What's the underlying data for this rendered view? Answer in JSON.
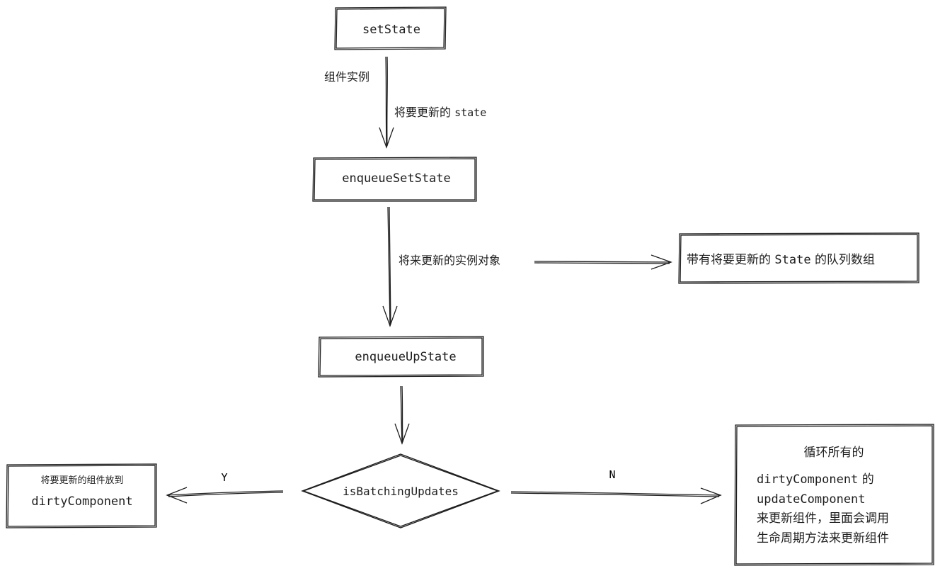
{
  "nodes": {
    "set_state": "setState",
    "enqueue_set_state": "enqueueSetState",
    "state_queue": [
      "带有将要更新的 ",
      "State",
      " 的队列数组"
    ],
    "enqueue_up_state": "enqueueUpState",
    "is_batching": "isBatchingUpdates",
    "dirty_component_box": {
      "line1": "将要更新的组件放到",
      "line2": "dirtyComponent"
    },
    "update_box": {
      "line1": "循环所有的",
      "line2_code": "dirtyComponent",
      "line2_suffix": " 的",
      "line3": "updateComponent",
      "line4": "来更新组件，里面会调用",
      "line5": "生命周期方法来更新组件"
    }
  },
  "edges": {
    "label_instance": "组件实例",
    "label_state_prefix": "将要更新的 ",
    "label_state_code": "state",
    "label_instance_object": "将来更新的实例对象",
    "label_yes": "Y",
    "label_no": "N"
  }
}
